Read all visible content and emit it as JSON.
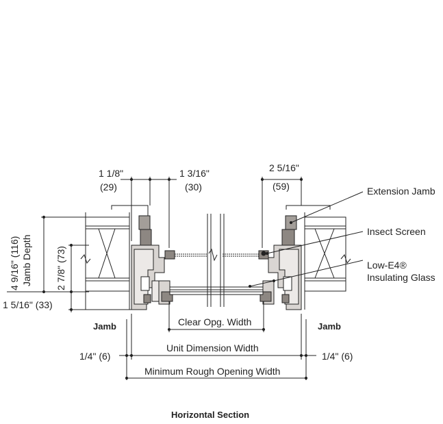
{
  "dims": {
    "left_frame": "1 1/8\"",
    "left_frame_mm": "(29)",
    "left_sash": "1 3/16\"",
    "left_sash_mm": "(30)",
    "right_frame": "2 5/16\"",
    "right_frame_mm": "(59)",
    "jamb_depth_total": "4 9/16\" (116)",
    "jamb_depth_label": "Jamb Depth",
    "jamb_inner": "2 7/8\" (73)",
    "bottom_offset": "1 5/16\" (33)",
    "clear_opening": "Clear Opg. Width",
    "unit_dimension": "Unit Dimension Width",
    "left_gap": "1/4\" (6)",
    "right_gap": "1/4\" (6)",
    "rough_opening": "Minimum Rough Opening Width"
  },
  "callouts": {
    "extension_jamb": "Extension Jamb",
    "insect_screen": "Insect Screen",
    "glass_line1": "Low-E4®",
    "glass_line2": "Insulating Glass"
  },
  "labels": {
    "left_jamb": "Jamb",
    "right_jamb": "Jamb",
    "caption": "Horizontal Section"
  },
  "colors": {
    "ink": "#222222",
    "frame_fill": "#d9d5d2",
    "frame_dark": "#8d8782",
    "ext_jamb": "#a39e99"
  }
}
